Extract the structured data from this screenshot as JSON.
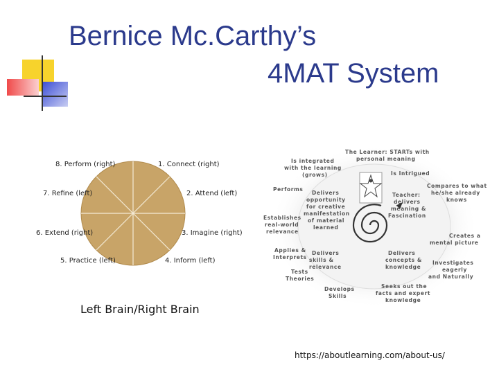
{
  "slide": {
    "title_line1": "Bernice Mc.Carthy’s",
    "title_line2": "4MAT System",
    "caption": "Left Brain/Right Brain",
    "url": "https://aboutlearning.com/about-us/"
  },
  "wheel": {
    "labels": [
      "8. Perform (right)",
      "1. Connect (right)",
      "7. Refine (left)",
      "2. Attend (left)",
      "6. Extend (right)",
      "3. Imagine (right)",
      "5. Practice (left)",
      "4. Inform (left)"
    ]
  },
  "learning_cycle": {
    "phrases": [
      [
        "The Learner: STARTs with",
        "personal meaning"
      ],
      [
        "Is integrated",
        "with the learning",
        "(grows)"
      ],
      [
        "Is Intrigued"
      ],
      [
        "Compares to what",
        "he/she already",
        "knows"
      ],
      [
        "Performs"
      ],
      [
        "Delivers",
        "opportunity",
        "for creative",
        "manifestation",
        "of material",
        "learned"
      ],
      [
        "Teacher:",
        "delivers",
        "meaning &",
        "Fascination"
      ],
      [
        "Establishes",
        "real-world",
        "relevance"
      ],
      [
        "Creates a",
        "mental picture"
      ],
      [
        "Applies &",
        "Interprets"
      ],
      [
        "Delivers",
        "skills &",
        "relevance"
      ],
      [
        "Delivers",
        "concepts &",
        "knowledge"
      ],
      [
        "Investigates",
        "eagerly",
        "and Naturally"
      ],
      [
        "Tests",
        "Theories"
      ],
      [
        "Develops",
        "Skills"
      ],
      [
        "Seeks out the",
        "facts and expert",
        "knowledge"
      ]
    ]
  },
  "colors": {
    "title": "#2b3a8c",
    "wheel_fill": "#c8a468",
    "deco_yellow": "#f7d32c",
    "deco_red": "#f04a4a",
    "deco_blue": "#3e50d6"
  }
}
